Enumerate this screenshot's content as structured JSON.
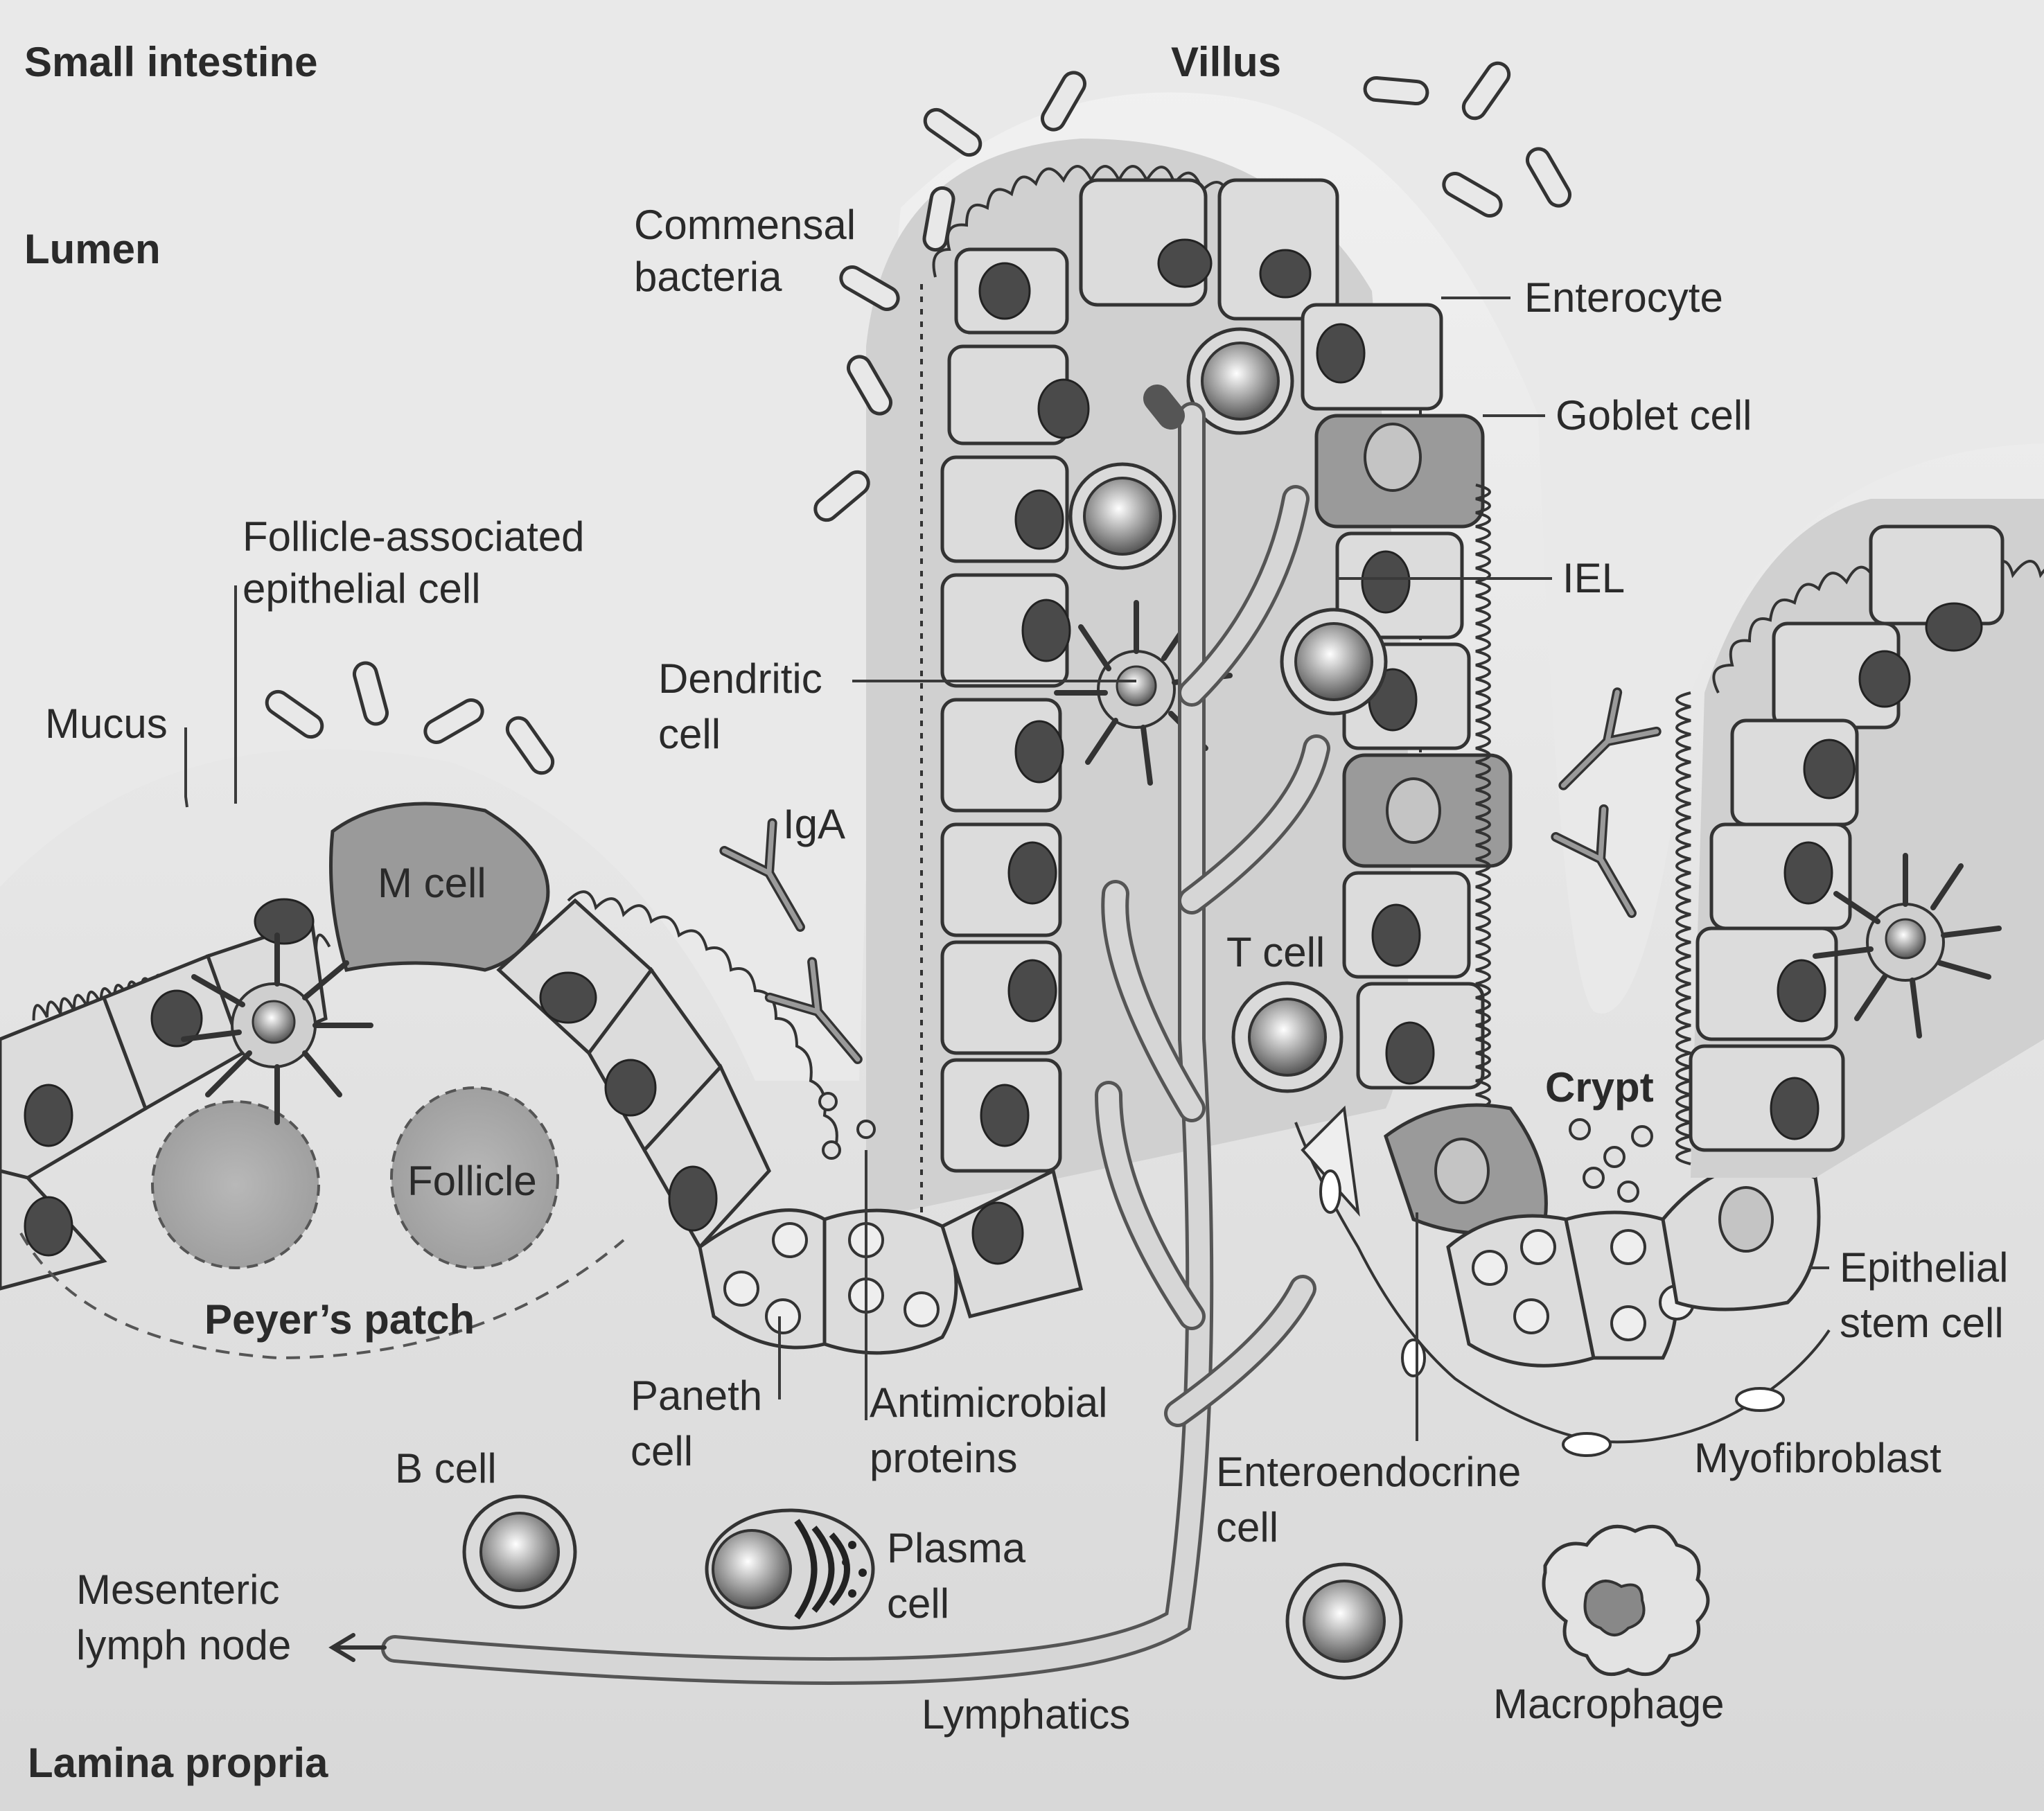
{
  "labels": {
    "small_intestine": "Small intestine",
    "villus": "Villus",
    "lumen": "Lumen",
    "commensal_bacteria_1": "Commensal",
    "commensal_bacteria_2": "bacteria",
    "enterocyte": "Enterocyte",
    "goblet_cell": "Goblet cell",
    "fae_1": "Follicle-associated",
    "fae_2": "epithelial cell",
    "iel": "IEL",
    "dendritic_cell_1": "Dendritic",
    "dendritic_cell_2": "cell",
    "mucus": "Mucus",
    "iga": "IgA",
    "m_cell": "M cell",
    "t_cell": "T cell",
    "follicle": "Follicle",
    "crypt": "Crypt",
    "peyers_patch": "Peyer’s patch",
    "epithelial_stem_cell_1": "Epithelial",
    "epithelial_stem_cell_2": "stem cell",
    "paneth_cell_1": "Paneth",
    "paneth_cell_2": "cell",
    "antimicrobial_1": "Antimicrobial",
    "antimicrobial_2": "proteins",
    "myofibroblast": "Myofibroblast",
    "b_cell": "B cell",
    "enteroendocrine_1": "Enteroendocrine",
    "enteroendocrine_2": "cell",
    "plasma_cell_1": "Plasma",
    "plasma_cell_2": "cell",
    "mesenteric_1": "Mesenteric",
    "mesenteric_2": "lymph node",
    "lymphatics": "Lymphatics",
    "macrophage": "Macrophage",
    "lamina_propria": "Lamina propria"
  }
}
